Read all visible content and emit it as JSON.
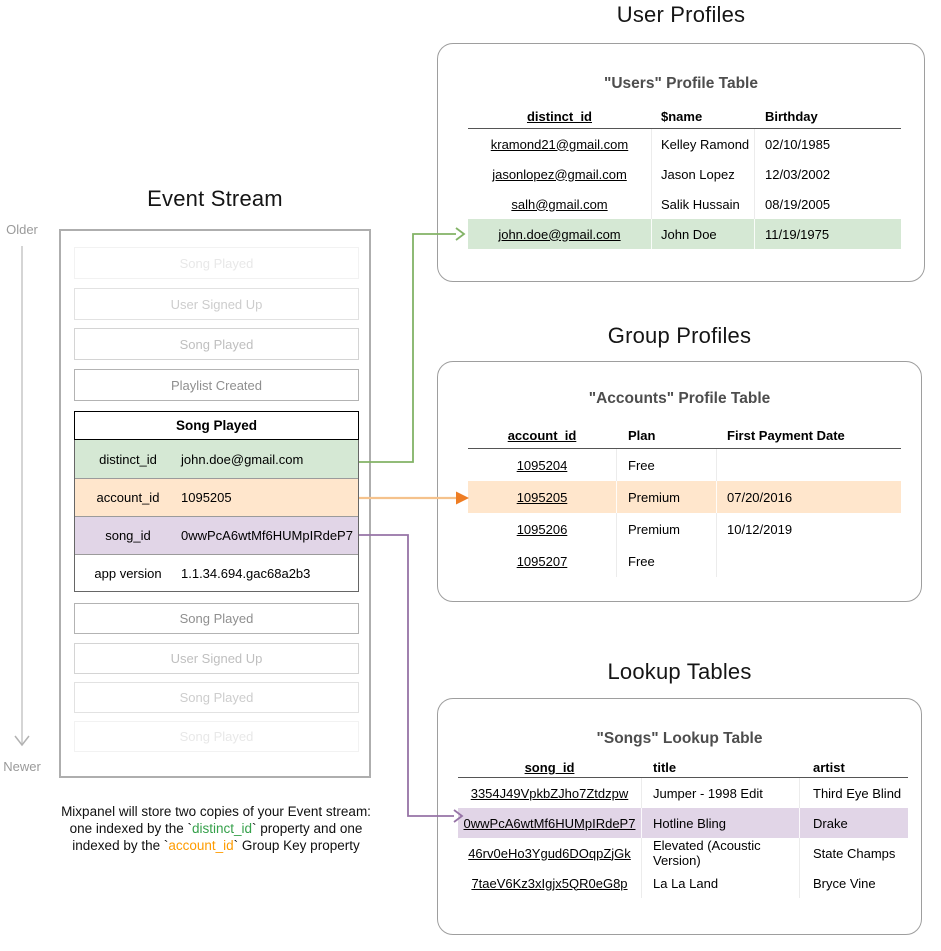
{
  "colors": {
    "green-bg": "#d5e8d4",
    "orange-bg": "#ffe6cc",
    "purple-bg": "#e1d5e7",
    "green-arrow": "#82b366",
    "purple-arrow": "#9673a6",
    "orange-arrow-shaft": "#f5c28c",
    "orange-arrow-head": "#ee7d23",
    "caption-green": "#35a04a",
    "caption-orange": "#ff9c00"
  },
  "event_stream": {
    "title": "Event Stream",
    "older_label": "Older",
    "newer_label": "Newer",
    "events_before": [
      "Song Played",
      "User Signed Up",
      "Song Played",
      "Playlist Created"
    ],
    "focused_event": {
      "name": "Song Played",
      "properties": [
        {
          "key": "distinct_id",
          "value": "john.doe@gmail.com",
          "highlight": "green"
        },
        {
          "key": "account_id",
          "value": "1095205",
          "highlight": "orange"
        },
        {
          "key": "song_id",
          "value": "0wwPcA6wtMf6HUMpIRdeP7",
          "highlight": "purple"
        },
        {
          "key": "app version",
          "value": "1.1.34.694.gac68a2b3",
          "highlight": "none"
        }
      ]
    },
    "events_after": [
      "Song Played",
      "User Signed Up",
      "Song Played",
      "Song Played"
    ]
  },
  "caption": {
    "line1": "Mixpanel will store two copies of your Event stream:",
    "line2_pre": "one indexed by the `",
    "line2_code": "distinct_id",
    "line2_post": "` property and one",
    "line3_pre": "indexed by the `",
    "line3_code": "account_id",
    "line3_post": "` Group Key property"
  },
  "user_profiles": {
    "section_title": "User Profiles",
    "table_title": "\"Users\" Profile Table",
    "columns": [
      "distinct_id",
      "$name",
      "Birthday"
    ],
    "rows": [
      [
        "kramond21@gmail.com",
        "Kelley Ramond",
        "02/10/1985"
      ],
      [
        "jasonlopez@gmail.com",
        "Jason Lopez",
        "12/03/2002"
      ],
      [
        "salh@gmail.com",
        "Salik Hussain",
        "08/19/2005"
      ],
      [
        "john.doe@gmail.com",
        "John Doe",
        "11/19/1975"
      ]
    ]
  },
  "group_profiles": {
    "section_title": "Group Profiles",
    "table_title": "\"Accounts\" Profile Table",
    "columns": [
      "account_id",
      "Plan",
      "First Payment Date"
    ],
    "rows": [
      [
        "1095204",
        "Free",
        ""
      ],
      [
        "1095205",
        "Premium",
        "07/20/2016"
      ],
      [
        "1095206",
        "Premium",
        "10/12/2019"
      ],
      [
        "1095207",
        "Free",
        ""
      ]
    ]
  },
  "lookup_tables": {
    "section_title": "Lookup Tables",
    "table_title": "\"Songs\" Lookup Table",
    "columns": [
      "song_id",
      "title",
      "artist"
    ],
    "rows": [
      [
        "3354J49VpkbZJho7Ztdzpw",
        "Jumper - 1998 Edit",
        "Third Eye Blind"
      ],
      [
        "0wwPcA6wtMf6HUMpIRdeP7",
        "Hotline Bling",
        "Drake"
      ],
      [
        "46rv0eHo3Ygud6DOqpZjGk",
        "Elevated (Acoustic Version)",
        "State Champs"
      ],
      [
        "7taeV6Kz3xIgjx5QR0eG8p",
        "La La Land",
        "Bryce Vine"
      ]
    ]
  }
}
